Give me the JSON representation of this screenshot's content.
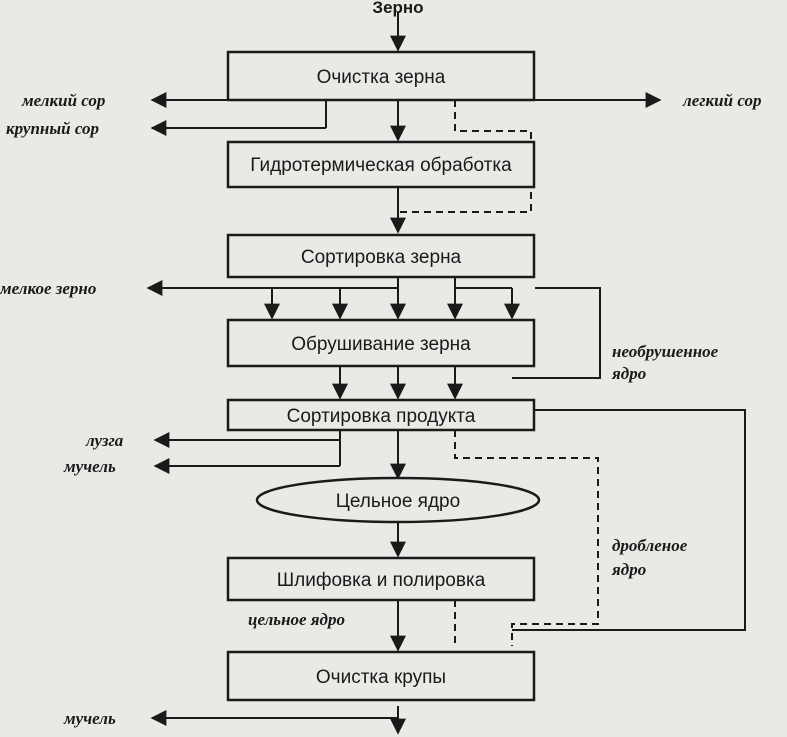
{
  "top_label": "Зерно",
  "boxes": {
    "cleaning": "Очистка зерна",
    "hydro": "Гидротермическая обработка",
    "sort_grain": "Сортировка зерна",
    "hulling": "Обрушивание зерна",
    "sort_product": "Сортировка продукта",
    "whole_kernel": "Цельное ядро",
    "polish": "Шлифовка и полировка",
    "groats_clean": "Очистка крупы"
  },
  "labels": {
    "small_weed": "мелкий сор",
    "large_weed": "крупный сор",
    "light_weed": "легкий сор",
    "small_grain": "мелкое зерно",
    "unhulled_1": "необрушенное",
    "unhulled_2": "ядро",
    "husk": "лузга",
    "mealy_1": "мучель",
    "broken_1": "дробленое",
    "broken_2": "ядро",
    "whole_kernel_lbl": "цельное ядро",
    "mealy_2": "мучель"
  }
}
